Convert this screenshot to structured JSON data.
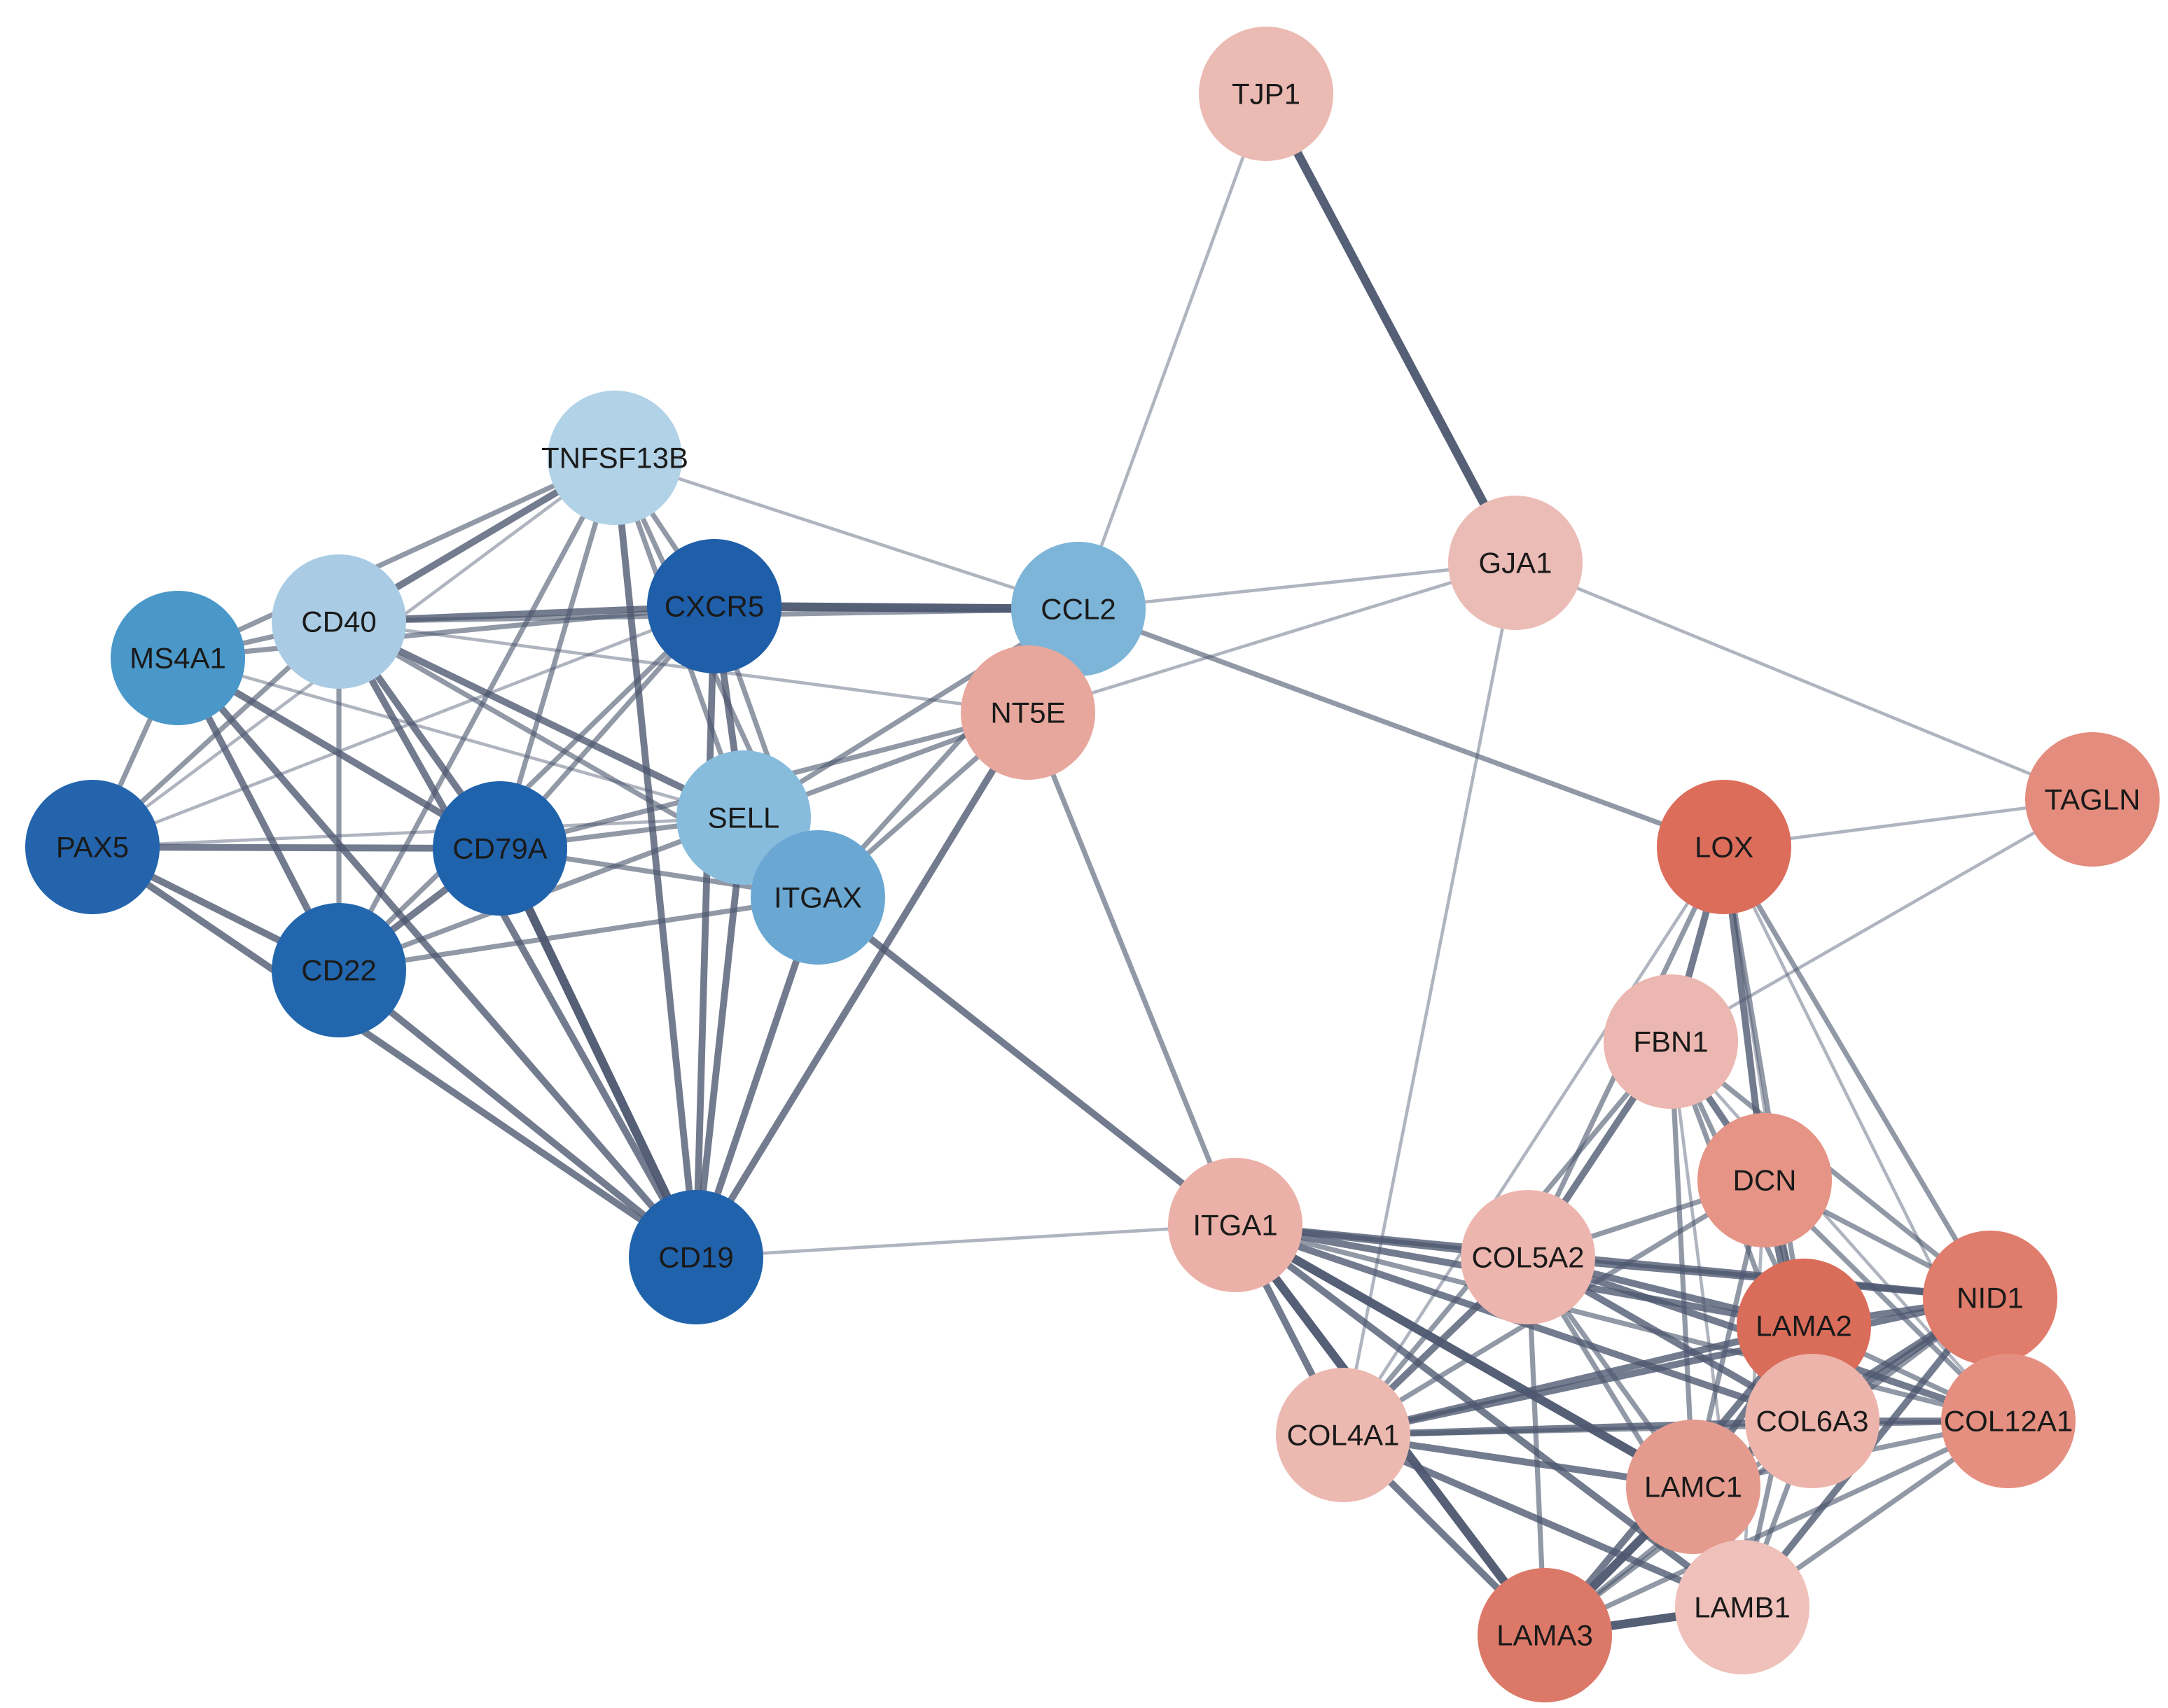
{
  "nodes": [
    {
      "id": "TJP1",
      "label": "TJP1",
      "color": "#ebbab2"
    },
    {
      "id": "GJA1",
      "label": "GJA1",
      "color": "#ebbcb5"
    },
    {
      "id": "TNFSF13B",
      "label": "TNFSF13B",
      "color": "#b1d2e7"
    },
    {
      "id": "CD40",
      "label": "CD40",
      "color": "#a9cce4"
    },
    {
      "id": "MS4A1",
      "label": "MS4A1",
      "color": "#4a98c9"
    },
    {
      "id": "CXCR5",
      "label": "CXCR5",
      "color": "#1f5ea8"
    },
    {
      "id": "CCL2",
      "label": "CCL2",
      "color": "#7db5d8"
    },
    {
      "id": "NT5E",
      "label": "NT5E",
      "color": "#e8a79c"
    },
    {
      "id": "PAX5",
      "label": "PAX5",
      "color": "#2364ad"
    },
    {
      "id": "CD79A",
      "label": "CD79A",
      "color": "#2063ad"
    },
    {
      "id": "SELL",
      "label": "SELL",
      "color": "#88bcdc"
    },
    {
      "id": "ITGAX",
      "label": "ITGAX",
      "color": "#6aa8d3"
    },
    {
      "id": "CD22",
      "label": "CD22",
      "color": "#2266ae"
    },
    {
      "id": "CD19",
      "label": "CD19",
      "color": "#2062ab"
    },
    {
      "id": "LOX",
      "label": "LOX",
      "color": "#dc6d5b"
    },
    {
      "id": "TAGLN",
      "label": "TAGLN",
      "color": "#e48c7d"
    },
    {
      "id": "FBN1",
      "label": "FBN1",
      "color": "#ecb7b0"
    },
    {
      "id": "DCN",
      "label": "DCN",
      "color": "#e59486"
    },
    {
      "id": "ITGA1",
      "label": "ITGA1",
      "color": "#ebb1a9"
    },
    {
      "id": "COL5A2",
      "label": "COL5A2",
      "color": "#ecb5ad"
    },
    {
      "id": "NID1",
      "label": "NID1",
      "color": "#e07c6b"
    },
    {
      "id": "LAMA2",
      "label": "LAMA2",
      "color": "#da6c5a"
    },
    {
      "id": "COL4A1",
      "label": "COL4A1",
      "color": "#ecb9b1"
    },
    {
      "id": "COL6A3",
      "label": "COL6A3",
      "color": "#ecb4ab"
    },
    {
      "id": "COL12A1",
      "label": "COL12A1",
      "color": "#e58f80"
    },
    {
      "id": "LAMC1",
      "label": "LAMC1",
      "color": "#e49b8e"
    },
    {
      "id": "LAMB1",
      "label": "LAMB1",
      "color": "#efc1ba"
    },
    {
      "id": "LAMA3",
      "label": "LAMA3",
      "color": "#dc7868"
    }
  ],
  "edges": [
    {
      "source": "TJP1",
      "target": "GJA1",
      "weight": 4
    },
    {
      "source": "TJP1",
      "target": "CCL2",
      "weight": 1
    },
    {
      "source": "GJA1",
      "target": "CCL2",
      "weight": 1
    },
    {
      "source": "GJA1",
      "target": "NT5E",
      "weight": 1
    },
    {
      "source": "GJA1",
      "target": "TAGLN",
      "weight": 1
    },
    {
      "source": "GJA1",
      "target": "COL4A1",
      "weight": 1
    },
    {
      "source": "TNFSF13B",
      "target": "CD40",
      "weight": 3
    },
    {
      "source": "TNFSF13B",
      "target": "MS4A1",
      "weight": 2
    },
    {
      "source": "TNFSF13B",
      "target": "CXCR5",
      "weight": 2
    },
    {
      "source": "TNFSF13B",
      "target": "CCL2",
      "weight": 1
    },
    {
      "source": "TNFSF13B",
      "target": "PAX5",
      "weight": 1
    },
    {
      "source": "TNFSF13B",
      "target": "CD79A",
      "weight": 2
    },
    {
      "source": "TNFSF13B",
      "target": "SELL",
      "weight": 2
    },
    {
      "source": "TNFSF13B",
      "target": "CD22",
      "weight": 2
    },
    {
      "source": "TNFSF13B",
      "target": "CD19",
      "weight": 3
    },
    {
      "source": "TNFSF13B",
      "target": "ITGAX",
      "weight": 2
    },
    {
      "source": "CD40",
      "target": "MS4A1",
      "weight": 2
    },
    {
      "source": "CD40",
      "target": "CXCR5",
      "weight": 3
    },
    {
      "source": "CD40",
      "target": "CCL2",
      "weight": 2
    },
    {
      "source": "CD40",
      "target": "PAX5",
      "weight": 2
    },
    {
      "source": "CD40",
      "target": "CD79A",
      "weight": 3
    },
    {
      "source": "CD40",
      "target": "SELL",
      "weight": 3
    },
    {
      "source": "CD40",
      "target": "CD22",
      "weight": 2
    },
    {
      "source": "CD40",
      "target": "CD19",
      "weight": 3
    },
    {
      "source": "CD40",
      "target": "ITGAX",
      "weight": 2
    },
    {
      "source": "CD40",
      "target": "NT5E",
      "weight": 1
    },
    {
      "source": "MS4A1",
      "target": "PAX5",
      "weight": 2
    },
    {
      "source": "MS4A1",
      "target": "CD79A",
      "weight": 3
    },
    {
      "source": "MS4A1",
      "target": "CD22",
      "weight": 3
    },
    {
      "source": "MS4A1",
      "target": "CD19",
      "weight": 3
    },
    {
      "source": "MS4A1",
      "target": "SELL",
      "weight": 1
    },
    {
      "source": "MS4A1",
      "target": "CXCR5",
      "weight": 2
    },
    {
      "source": "CXCR5",
      "target": "CCL2",
      "weight": 4
    },
    {
      "source": "CXCR5",
      "target": "SELL",
      "weight": 3
    },
    {
      "source": "CXCR5",
      "target": "ITGAX",
      "weight": 2
    },
    {
      "source": "CXCR5",
      "target": "CD79A",
      "weight": 2
    },
    {
      "source": "CXCR5",
      "target": "CD19",
      "weight": 3
    },
    {
      "source": "CXCR5",
      "target": "CD22",
      "weight": 2
    },
    {
      "source": "CXCR5",
      "target": "PAX5",
      "weight": 1
    },
    {
      "source": "CCL2",
      "target": "SELL",
      "weight": 2
    },
    {
      "source": "CCL2",
      "target": "NT5E",
      "weight": 1
    },
    {
      "source": "CCL2",
      "target": "LOX",
      "weight": 2
    },
    {
      "source": "CCL2",
      "target": "ITGAX",
      "weight": 2
    },
    {
      "source": "NT5E",
      "target": "ITGA1",
      "weight": 2
    },
    {
      "source": "NT5E",
      "target": "CD19",
      "weight": 3
    },
    {
      "source": "NT5E",
      "target": "SELL",
      "weight": 2
    },
    {
      "source": "NT5E",
      "target": "ITGAX",
      "weight": 2
    },
    {
      "source": "NT5E",
      "target": "CD79A",
      "weight": 2
    },
    {
      "source": "PAX5",
      "target": "CD79A",
      "weight": 3
    },
    {
      "source": "PAX5",
      "target": "CD22",
      "weight": 3
    },
    {
      "source": "PAX5",
      "target": "CD19",
      "weight": 3
    },
    {
      "source": "PAX5",
      "target": "SELL",
      "weight": 1
    },
    {
      "source": "CD79A",
      "target": "CD22",
      "weight": 3
    },
    {
      "source": "CD79A",
      "target": "CD19",
      "weight": 4
    },
    {
      "source": "CD79A",
      "target": "SELL",
      "weight": 2
    },
    {
      "source": "CD79A",
      "target": "ITGAX",
      "weight": 2
    },
    {
      "source": "SELL",
      "target": "ITGAX",
      "weight": 2
    },
    {
      "source": "SELL",
      "target": "CD22",
      "weight": 2
    },
    {
      "source": "SELL",
      "target": "CD19",
      "weight": 3
    },
    {
      "source": "ITGAX",
      "target": "CD19",
      "weight": 3
    },
    {
      "source": "ITGAX",
      "target": "CD22",
      "weight": 2
    },
    {
      "source": "ITGAX",
      "target": "ITGA1",
      "weight": 3
    },
    {
      "source": "CD22",
      "target": "CD19",
      "weight": 3
    },
    {
      "source": "CD19",
      "target": "ITGA1",
      "weight": 1
    },
    {
      "source": "LOX",
      "target": "TAGLN",
      "weight": 1
    },
    {
      "source": "LOX",
      "target": "FBN1",
      "weight": 3
    },
    {
      "source": "LOX",
      "target": "DCN",
      "weight": 3
    },
    {
      "source": "LOX",
      "target": "NID1",
      "weight": 2
    },
    {
      "source": "LOX",
      "target": "LAMA2",
      "weight": 2
    },
    {
      "source": "LOX",
      "target": "COL5A2",
      "weight": 2
    },
    {
      "source": "LOX",
      "target": "COL12A1",
      "weight": 1
    },
    {
      "source": "LOX",
      "target": "COL4A1",
      "weight": 1
    },
    {
      "source": "LOX",
      "target": "COL6A3",
      "weight": 1
    },
    {
      "source": "TAGLN",
      "target": "FBN1",
      "weight": 1
    },
    {
      "source": "FBN1",
      "target": "DCN",
      "weight": 3
    },
    {
      "source": "FBN1",
      "target": "COL5A2",
      "weight": 3
    },
    {
      "source": "FBN1",
      "target": "COL4A1",
      "weight": 2
    },
    {
      "source": "FBN1",
      "target": "LAMA2",
      "weight": 2
    },
    {
      "source": "FBN1",
      "target": "NID1",
      "weight": 2
    },
    {
      "source": "FBN1",
      "target": "LAMC1",
      "weight": 2
    },
    {
      "source": "FBN1",
      "target": "COL6A3",
      "weight": 2
    },
    {
      "source": "FBN1",
      "target": "LAMB1",
      "weight": 1
    },
    {
      "source": "FBN1",
      "target": "COL12A1",
      "weight": 1
    },
    {
      "source": "DCN",
      "target": "COL5A2",
      "weight": 2
    },
    {
      "source": "DCN",
      "target": "NID1",
      "weight": 2
    },
    {
      "source": "DCN",
      "target": "LAMA2",
      "weight": 3
    },
    {
      "source": "DCN",
      "target": "COL6A3",
      "weight": 3
    },
    {
      "source": "DCN",
      "target": "COL12A1",
      "weight": 2
    },
    {
      "source": "DCN",
      "target": "LAMC1",
      "weight": 2
    },
    {
      "source": "DCN",
      "target": "LAMB1",
      "weight": 1
    },
    {
      "source": "DCN",
      "target": "COL4A1",
      "weight": 2
    },
    {
      "source": "ITGA1",
      "target": "COL5A2",
      "weight": 3
    },
    {
      "source": "ITGA1",
      "target": "COL4A1",
      "weight": 3
    },
    {
      "source": "ITGA1",
      "target": "LAMA2",
      "weight": 3
    },
    {
      "source": "ITGA1",
      "target": "NID1",
      "weight": 3
    },
    {
      "source": "ITGA1",
      "target": "LAMA3",
      "weight": 4
    },
    {
      "source": "ITGA1",
      "target": "LAMC1",
      "weight": 4
    },
    {
      "source": "ITGA1",
      "target": "LAMB1",
      "weight": 3
    },
    {
      "source": "ITGA1",
      "target": "COL6A3",
      "weight": 3
    },
    {
      "source": "ITGA1",
      "target": "COL12A1",
      "weight": 2
    },
    {
      "source": "COL5A2",
      "target": "NID1",
      "weight": 3
    },
    {
      "source": "COL5A2",
      "target": "LAMA2",
      "weight": 3
    },
    {
      "source": "COL5A2",
      "target": "COL4A1",
      "weight": 3
    },
    {
      "source": "COL5A2",
      "target": "COL6A3",
      "weight": 3
    },
    {
      "source": "COL5A2",
      "target": "COL12A1",
      "weight": 3
    },
    {
      "source": "COL5A2",
      "target": "LAMC1",
      "weight": 2
    },
    {
      "source": "COL5A2",
      "target": "LAMB1",
      "weight": 2
    },
    {
      "source": "COL5A2",
      "target": "LAMA3",
      "weight": 2
    },
    {
      "source": "NID1",
      "target": "LAMA2",
      "weight": 3
    },
    {
      "source": "NID1",
      "target": "COL4A1",
      "weight": 3
    },
    {
      "source": "NID1",
      "target": "COL6A3",
      "weight": 3
    },
    {
      "source": "NID1",
      "target": "COL12A1",
      "weight": 2
    },
    {
      "source": "NID1",
      "target": "LAMC1",
      "weight": 3
    },
    {
      "source": "NID1",
      "target": "LAMB1",
      "weight": 3
    },
    {
      "source": "NID1",
      "target": "LAMA3",
      "weight": 2
    },
    {
      "source": "LAMA2",
      "target": "COL4A1",
      "weight": 3
    },
    {
      "source": "LAMA2",
      "target": "COL6A3",
      "weight": 3
    },
    {
      "source": "LAMA2",
      "target": "COL12A1",
      "weight": 2
    },
    {
      "source": "LAMA2",
      "target": "LAMC1",
      "weight": 3
    },
    {
      "source": "LAMA2",
      "target": "LAMB1",
      "weight": 2
    },
    {
      "source": "LAMA2",
      "target": "LAMA3",
      "weight": 3
    },
    {
      "source": "COL4A1",
      "target": "COL6A3",
      "weight": 3
    },
    {
      "source": "COL4A1",
      "target": "COL12A1",
      "weight": 2
    },
    {
      "source": "COL4A1",
      "target": "LAMC1",
      "weight": 3
    },
    {
      "source": "COL4A1",
      "target": "LAMB1",
      "weight": 3
    },
    {
      "source": "COL4A1",
      "target": "LAMA3",
      "weight": 3
    },
    {
      "source": "COL6A3",
      "target": "COL12A1",
      "weight": 3
    },
    {
      "source": "COL6A3",
      "target": "LAMC1",
      "weight": 2
    },
    {
      "source": "COL6A3",
      "target": "LAMB1",
      "weight": 2
    },
    {
      "source": "COL6A3",
      "target": "LAMA3",
      "weight": 2
    },
    {
      "source": "COL12A1",
      "target": "LAMC1",
      "weight": 2
    },
    {
      "source": "COL12A1",
      "target": "LAMB1",
      "weight": 2
    },
    {
      "source": "COL12A1",
      "target": "LAMA3",
      "weight": 2
    },
    {
      "source": "LAMC1",
      "target": "LAMB1",
      "weight": 4
    },
    {
      "source": "LAMC1",
      "target": "LAMA3",
      "weight": 4
    },
    {
      "source": "LAMB1",
      "target": "LAMA3",
      "weight": 4
    }
  ]
}
